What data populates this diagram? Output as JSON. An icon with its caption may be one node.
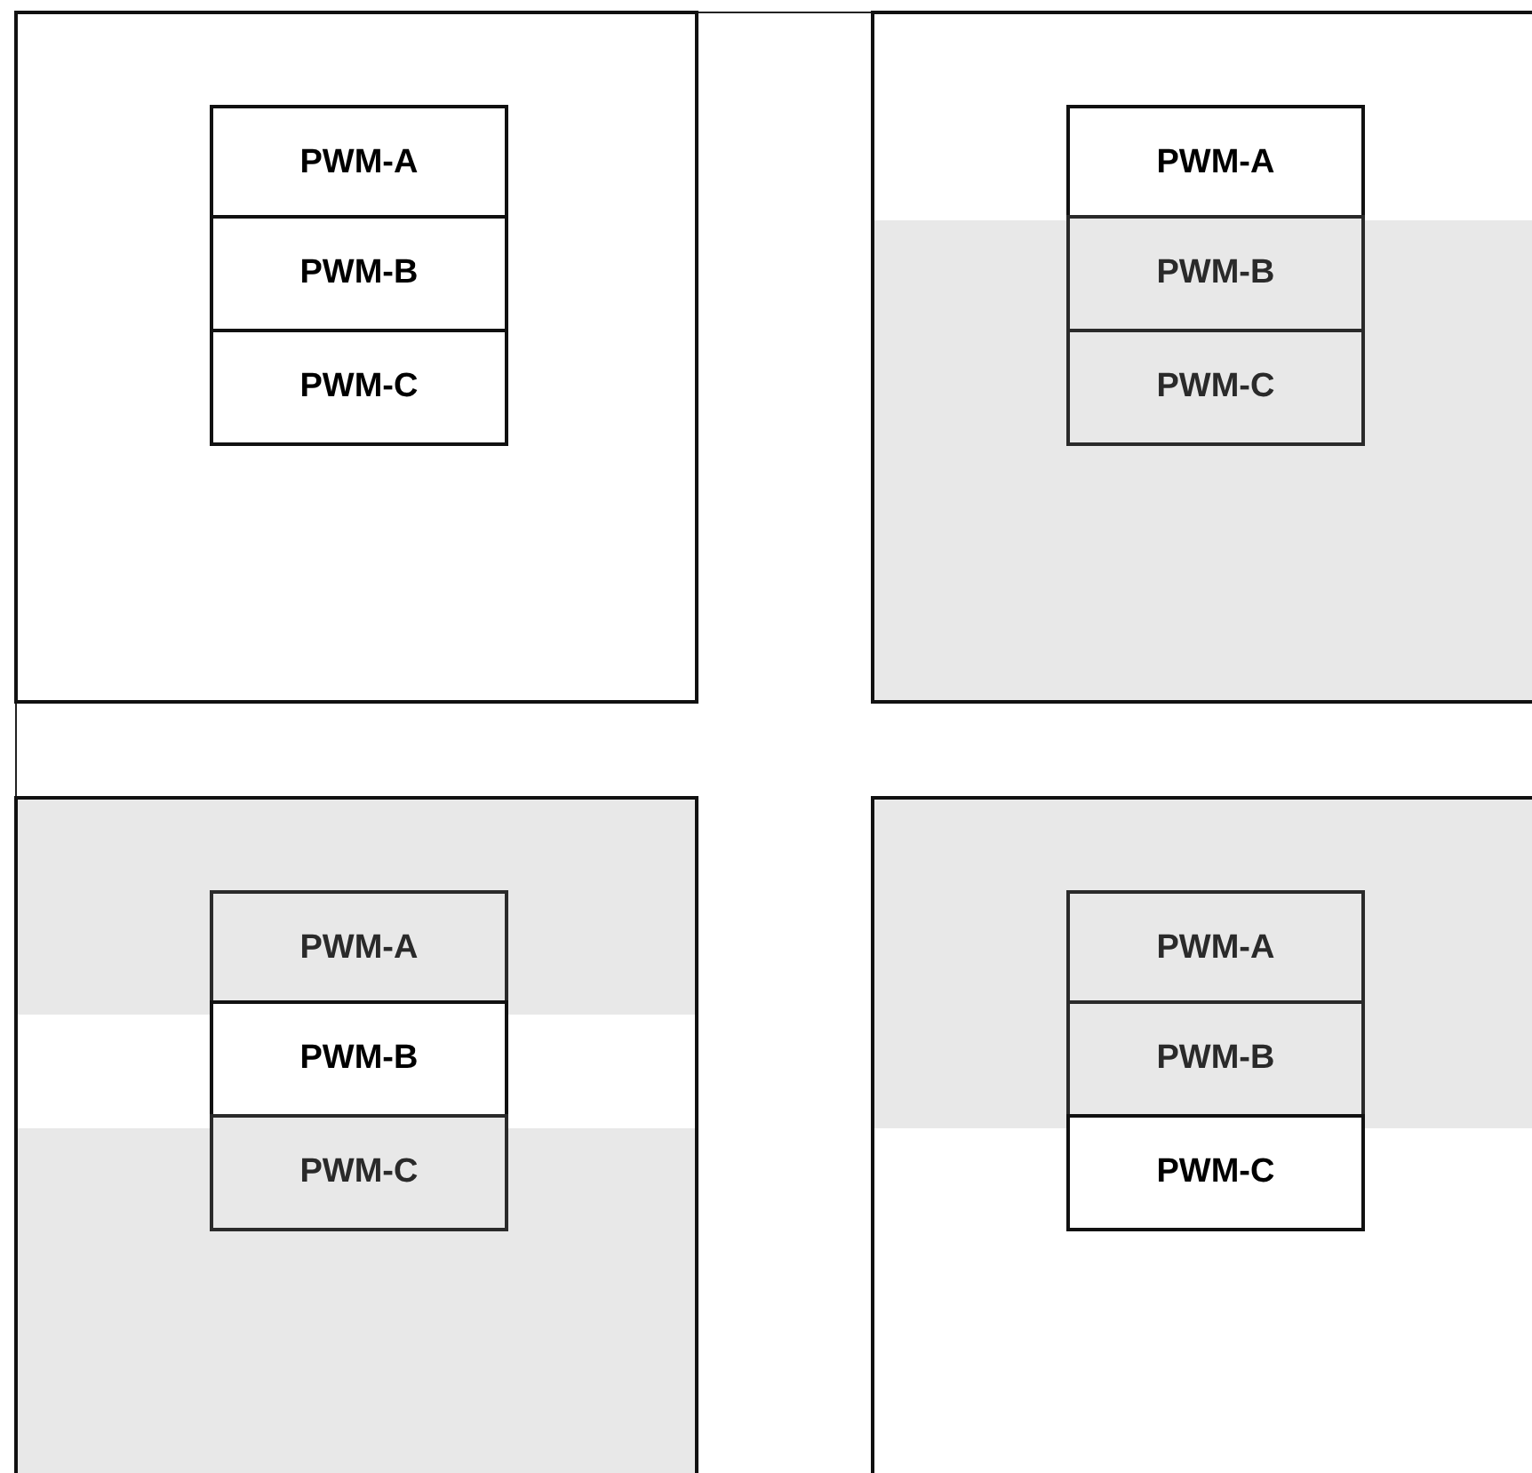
{
  "diagram": {
    "nodes": [
      {
        "text": [],
        "shape": "box"
      },
      {
        "text": [
          "PWM-A"
        ],
        "in": 0
      },
      {
        "text": [
          "PWM-B"
        ],
        "in": 0
      },
      {
        "text": [
          "PWM-C"
        ],
        "in": 0
      },
      {
        "text": [],
        "shape": "box"
      },
      {
        "text": [
          "PWM-A"
        ],
        "in": 4
      },
      {
        "text": [
          "PWM-B"
        ],
        "in": 4
      },
      {
        "text": [
          "PWM-C"
        ],
        "in": 4
      },
      {
        "text": [],
        "shape": "box"
      },
      {
        "text": [
          "PWM-A"
        ],
        "in": 8
      },
      {
        "text": [
          "PWM-B"
        ],
        "in": 8
      },
      {
        "text": [
          "PWM-C"
        ],
        "in": 8
      },
      {
        "text": [],
        "shape": "box"
      },
      {
        "text": [
          "PWM-A"
        ],
        "in": 12
      },
      {
        "text": [
          "PWM-B"
        ],
        "in": 12
      },
      {
        "text": [
          "PWM-C"
        ],
        "in": 12
      }
    ]
  }
}
